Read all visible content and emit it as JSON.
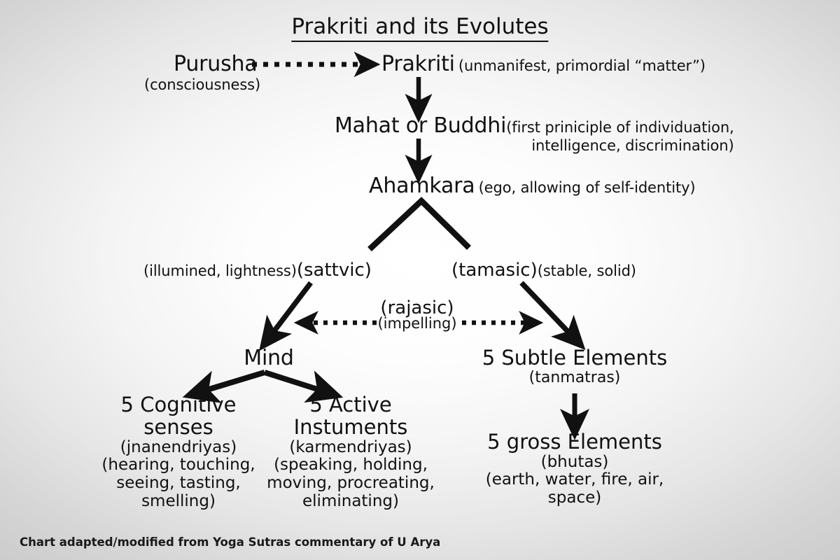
{
  "title": "Prakriti and its Evolutes",
  "footer": "Chart adapted/modified from Yoga Sutras commentary of U Arya",
  "colors": {
    "ink": "#111111",
    "background_edge": "#cbcbcb",
    "background_center": "#ffffff"
  },
  "nodes": {
    "purusha": {
      "label": "Purusha",
      "gloss": "(consciousness)"
    },
    "prakriti": {
      "label": "Prakriti",
      "gloss": "(unmanifest, primordial “matter”)"
    },
    "mahat": {
      "label": "Mahat or Buddhi",
      "gloss_line1": "(first priniciple of individuation,",
      "gloss_line2": "intelligence, discrimination)"
    },
    "ahamkara": {
      "label": "Ahamkara",
      "gloss": "(ego, allowing of self-identity)"
    },
    "sattvic": {
      "label": "(sattvic)",
      "gloss": "(illumined, lightness)"
    },
    "rajasic": {
      "label": "(rajasic)",
      "gloss": "(impelling)"
    },
    "tamasic": {
      "label": "(tamasic)",
      "gloss": "(stable, solid)"
    },
    "mind": {
      "label": "Mind"
    },
    "subtle_elements": {
      "label": "5 Subtle Elements",
      "gloss": "(tanmatras)"
    },
    "cognitive_senses": {
      "label": "5 Cognitive senses",
      "gloss": "(jnanendriyas)",
      "examples": "(hearing, touching, seeing, tasting, smelling)"
    },
    "active_instruments": {
      "label": "5 Active Instuments",
      "gloss": "(karmendriyas)",
      "examples": "(speaking, holding, moving, procreating, eliminating)"
    },
    "gross_elements": {
      "label": "5 gross Elements",
      "gloss": "(bhutas)",
      "examples": "(earth, water, fire, air, space)"
    }
  },
  "edges": [
    {
      "from": "purusha",
      "to": "prakriti",
      "style": "dotted",
      "direction": "right"
    },
    {
      "from": "prakriti",
      "to": "mahat",
      "style": "solid",
      "direction": "down"
    },
    {
      "from": "mahat",
      "to": "ahamkara",
      "style": "solid",
      "direction": "down"
    },
    {
      "from": "ahamkara",
      "to": "sattvic",
      "style": "solid",
      "direction": "down-left"
    },
    {
      "from": "ahamkara",
      "to": "tamasic",
      "style": "solid",
      "direction": "down-right"
    },
    {
      "from": "sattvic",
      "to": "mind",
      "style": "solid",
      "direction": "down-left"
    },
    {
      "from": "tamasic",
      "to": "subtle_elements",
      "style": "solid",
      "direction": "down-right"
    },
    {
      "from": "rajasic",
      "to": "mind",
      "style": "dotted",
      "direction": "left"
    },
    {
      "from": "rajasic",
      "to": "subtle_elements",
      "style": "dotted",
      "direction": "right"
    },
    {
      "from": "mind",
      "to": "cognitive_senses",
      "style": "solid",
      "direction": "down-left"
    },
    {
      "from": "mind",
      "to": "active_instruments",
      "style": "solid",
      "direction": "down-right"
    },
    {
      "from": "subtle_elements",
      "to": "gross_elements",
      "style": "solid",
      "direction": "down"
    }
  ]
}
